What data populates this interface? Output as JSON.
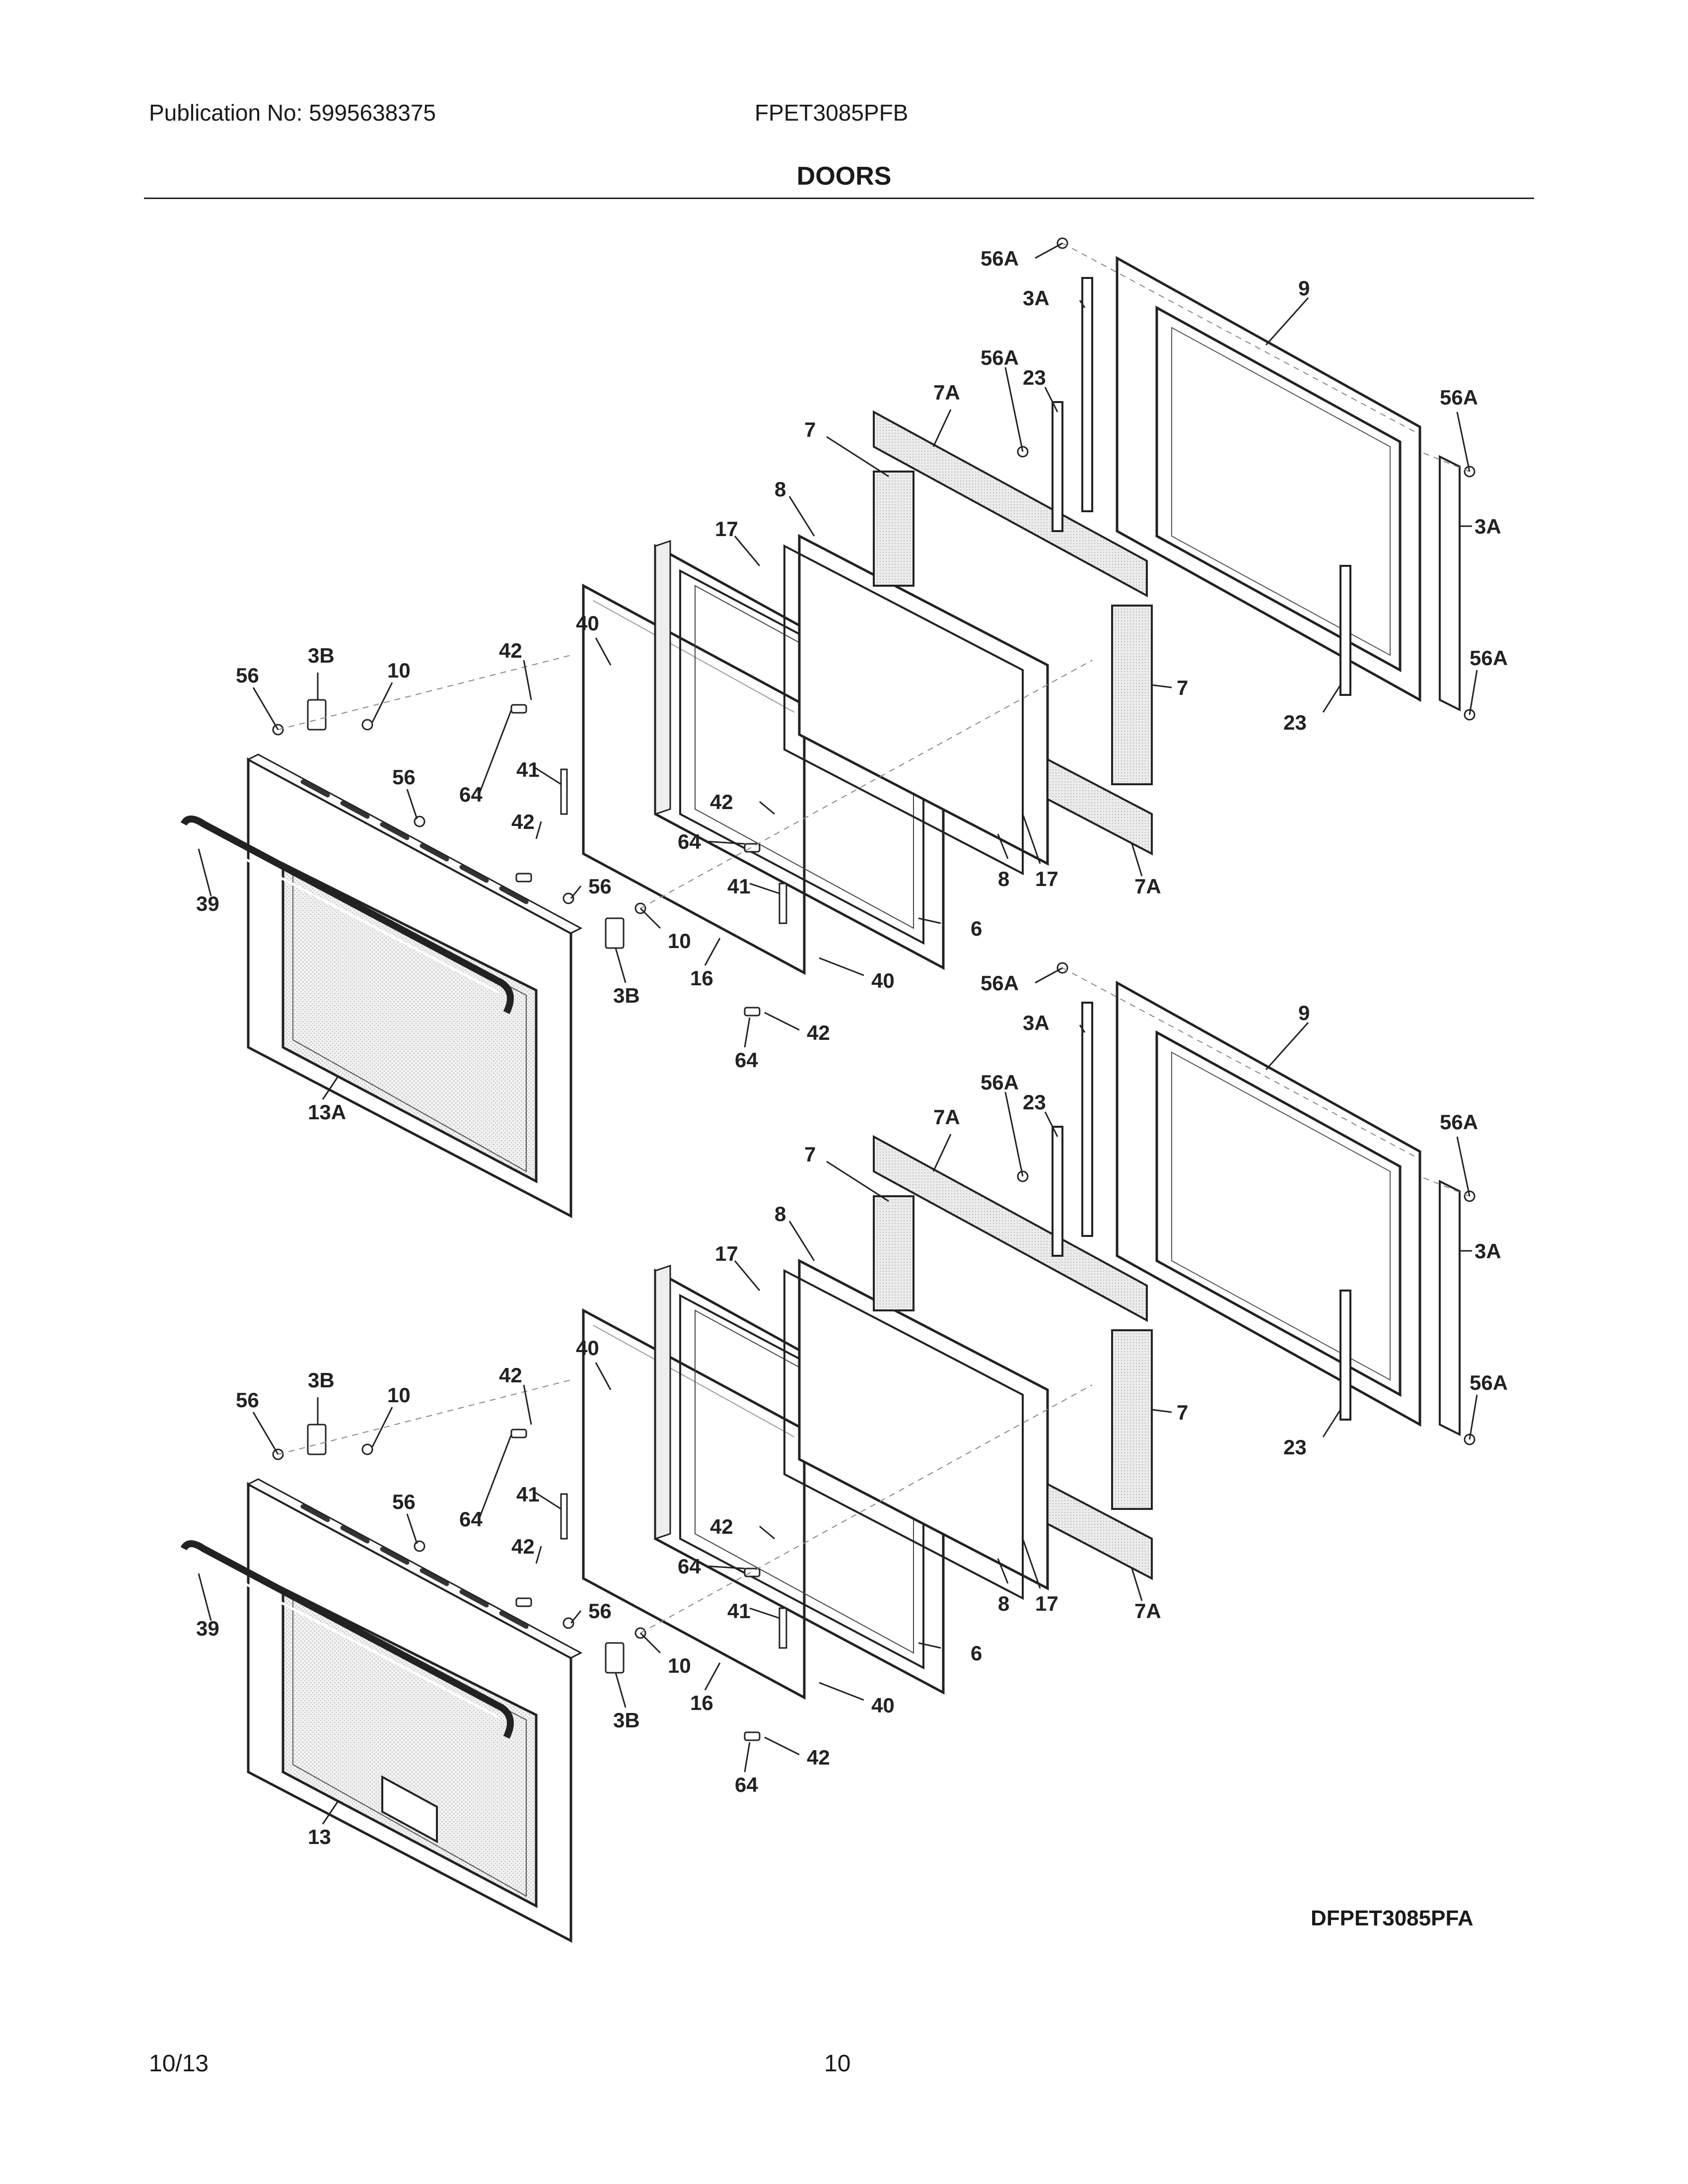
{
  "header": {
    "publication": "Publication No: 5995638375",
    "model": "FPET3085PFB",
    "title": "DOORS"
  },
  "diagram": {
    "code": "DFPET3085PFA",
    "upper_door_callouts": {
      "c56A_a": "56A",
      "c3A_a": "3A",
      "c9": "9",
      "c56A_b": "56A",
      "c23_a": "23",
      "c7A_a": "7A",
      "c7_a": "7",
      "c56A_c": "56A",
      "c3A_b": "3A",
      "c8_a": "8",
      "c17_a": "17",
      "c56A_d": "56A",
      "c7_b": "7",
      "c23_b": "23",
      "c40_a": "40",
      "c42_a": "42",
      "c3B_a": "3B",
      "c10_a": "10",
      "c56_a": "56",
      "c56_b": "56",
      "c41_a": "41",
      "c64_a": "64",
      "c42_b": "42",
      "c64_b": "64",
      "c42_c": "42",
      "c41_b": "41",
      "c8_b": "8",
      "c17_b": "17",
      "c7A_b": "7A",
      "c39": "39",
      "c56_c": "56",
      "c10_b": "10",
      "c6": "6",
      "c16": "16",
      "c40_b": "40",
      "c3B_b": "3B",
      "c42_d": "42",
      "c64_c": "64",
      "c13A": "13A"
    },
    "lower_door_callouts": {
      "c56A_a": "56A",
      "c3A_a": "3A",
      "c9": "9",
      "c56A_b": "56A",
      "c23_a": "23",
      "c7A_a": "7A",
      "c56A_c": "56A",
      "c7_a": "7",
      "c3A_b": "3A",
      "c8_a": "8",
      "c17_a": "17",
      "c40_a": "40",
      "c7_b": "7",
      "c56A_d": "56A",
      "c23_b": "23",
      "c3B_a": "3B",
      "c10_a": "10",
      "c42_a": "42",
      "c56_a": "56",
      "c56_b": "56",
      "c41_a": "41",
      "c64_a": "64",
      "c42_b": "42",
      "c64_b": "64",
      "c42_c": "42",
      "c8_b": "8",
      "c17_b": "17",
      "c39": "39",
      "c41_b": "41",
      "c56_c": "56",
      "c7A_b": "7A",
      "c6": "6",
      "c10_b": "10",
      "c40_b": "40",
      "c16": "16",
      "c3B_b": "3B",
      "c42_d": "42",
      "c13": "13",
      "c64_c": "64"
    }
  },
  "footer": {
    "date": "10/13",
    "page": "10"
  }
}
